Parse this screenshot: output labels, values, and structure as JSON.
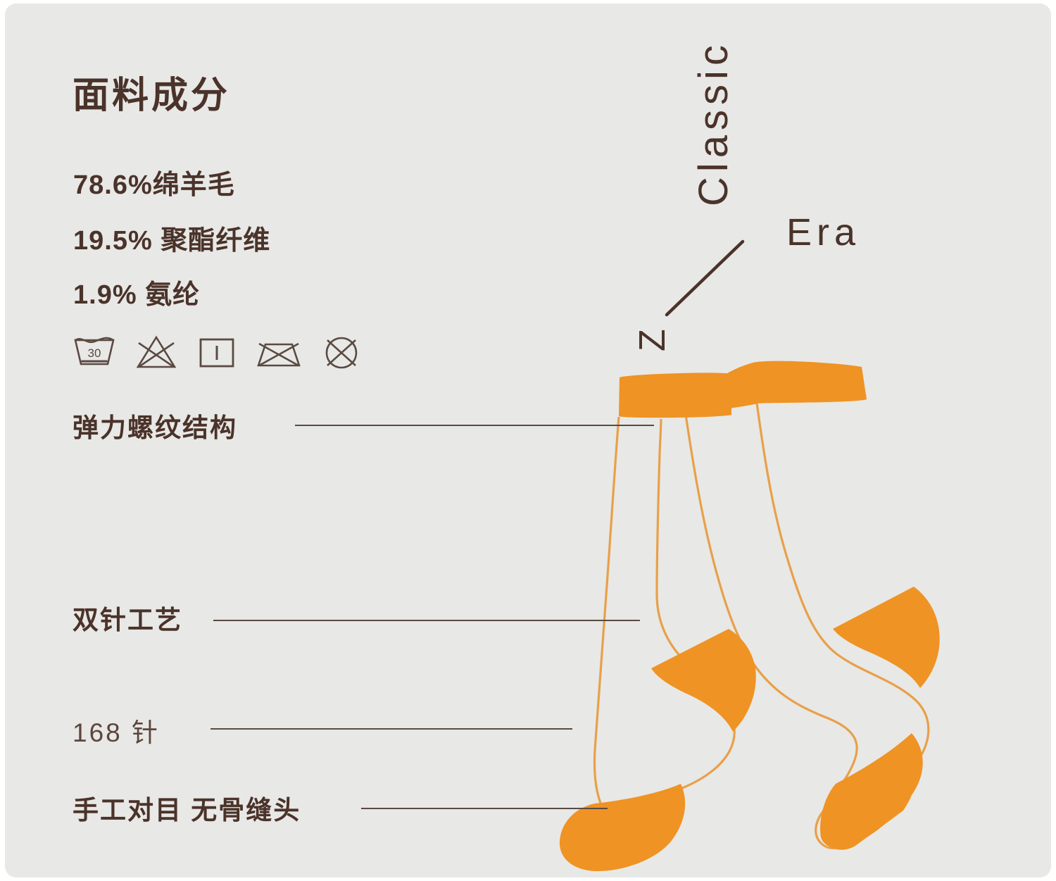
{
  "card": {
    "background_color": "#e8e8e6",
    "text_color": "#4a332a",
    "accent_color": "#ef9324",
    "outline_color": "#e8a04a",
    "leader_line_color": "#5a4a42"
  },
  "fabric": {
    "title": "面料成分",
    "composition": [
      "78.6%绵羊毛",
      "19.5% 聚酯纤维",
      "1.9% 氨纶"
    ]
  },
  "care_symbols": [
    {
      "name": "wash-30-icon",
      "label": "30"
    },
    {
      "name": "no-bleach-icon",
      "label": ""
    },
    {
      "name": "tumble-dry-line-icon",
      "label": ""
    },
    {
      "name": "do-not-wring-icon",
      "label": ""
    },
    {
      "name": "do-not-dry-clean-icon",
      "label": ""
    }
  ],
  "features": [
    {
      "label": "弹力螺纹结构",
      "style": "bold"
    },
    {
      "label": "双针工艺",
      "style": "bold"
    },
    {
      "label": "168 针",
      "style": "light"
    },
    {
      "label": "手工对目 无骨缝头",
      "style": "bold"
    }
  ],
  "brand": {
    "classic": "Classic",
    "era": "Era",
    "z": "Z"
  },
  "illustration": {
    "name": "sock-pair-illustration",
    "description": "pair of crew socks with orange cuff, heel and toe"
  }
}
